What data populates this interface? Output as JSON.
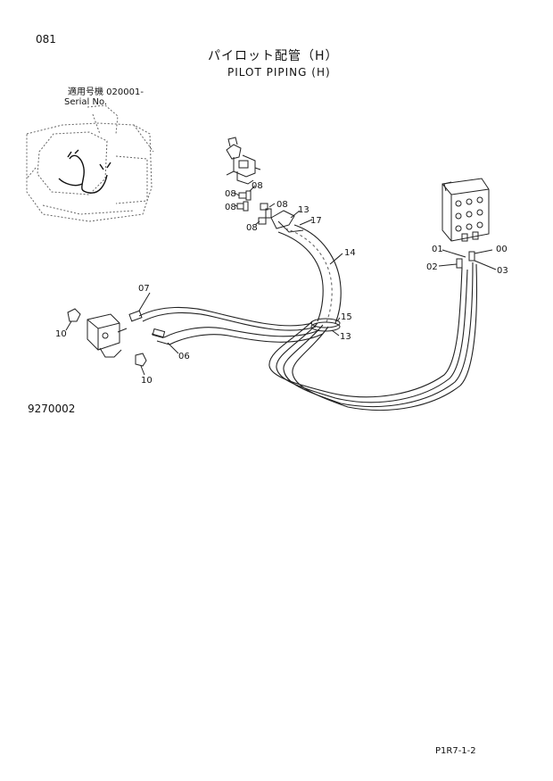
{
  "page_number": "081",
  "title_jp": "パイロット配管（H）",
  "title_en": "PILOT PIPING (H)",
  "serial": {
    "label_jp": "適用号機  020001-",
    "label_en": "Serial No."
  },
  "figure_number": "9270002",
  "footer_code": "P1R7-1-2",
  "callouts": [
    {
      "id": "c-08a",
      "text": "08"
    },
    {
      "id": "c-08b",
      "text": "08"
    },
    {
      "id": "c-08c",
      "text": "08"
    },
    {
      "id": "c-08d",
      "text": "08"
    },
    {
      "id": "c-08e",
      "text": "08"
    },
    {
      "id": "c-13a",
      "text": "13"
    },
    {
      "id": "c-17",
      "text": "17"
    },
    {
      "id": "c-14",
      "text": "14"
    },
    {
      "id": "c-01",
      "text": "01"
    },
    {
      "id": "c-00",
      "text": "00"
    },
    {
      "id": "c-02",
      "text": "02"
    },
    {
      "id": "c-03",
      "text": "03"
    },
    {
      "id": "c-07",
      "text": "07"
    },
    {
      "id": "c-15",
      "text": "15"
    },
    {
      "id": "c-13b",
      "text": "13"
    },
    {
      "id": "c-10a",
      "text": "10"
    },
    {
      "id": "c-06",
      "text": "06"
    },
    {
      "id": "c-10b",
      "text": "10"
    }
  ]
}
